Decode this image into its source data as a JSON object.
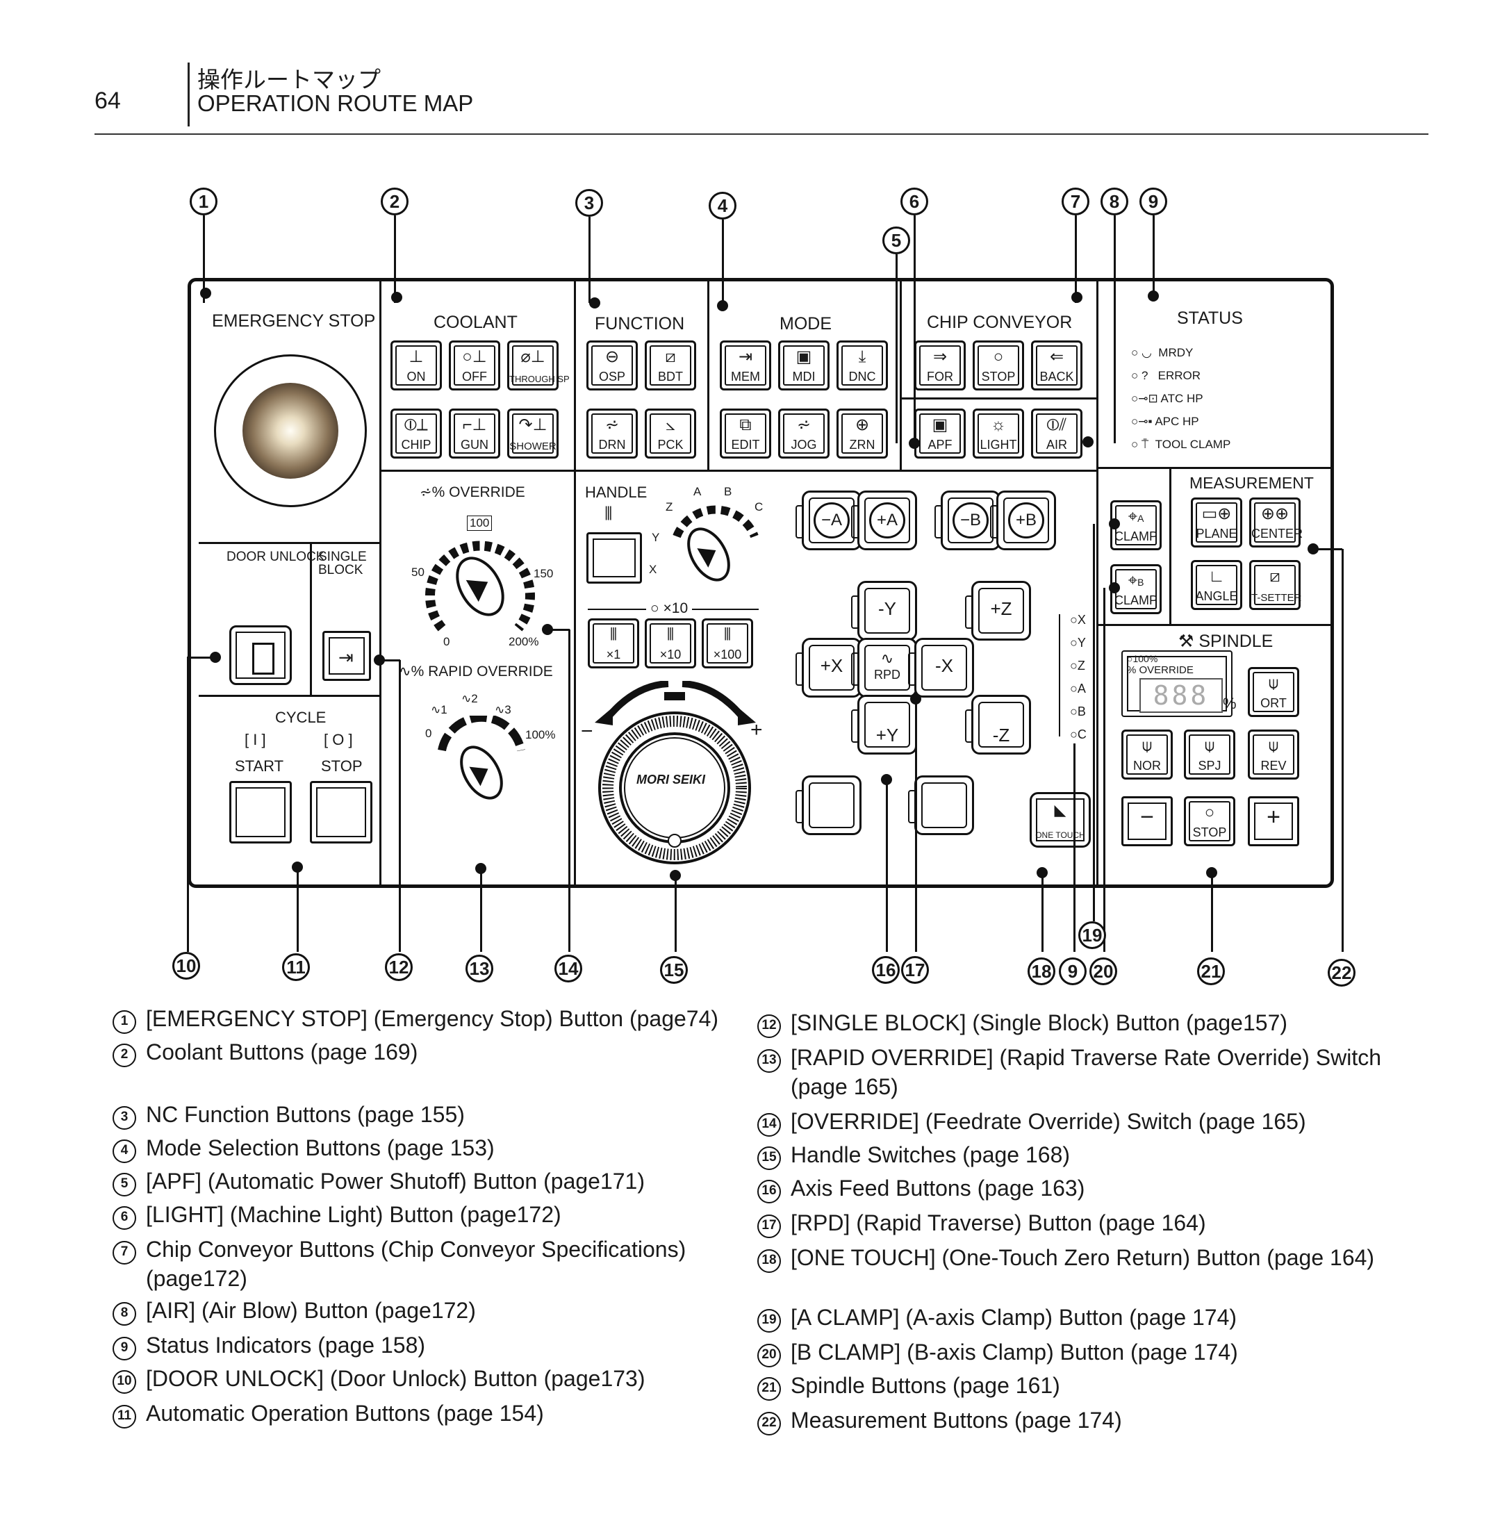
{
  "header": {
    "page_number": "64",
    "title_jp": "操作ルートマップ",
    "title_en": "OPERATION ROUTE MAP"
  },
  "panel": {
    "emergency": {
      "title": "EMERGENCY STOP"
    },
    "coolant": {
      "title": "COOLANT",
      "buttons": [
        "ON",
        "OFF",
        "THROUGH SP",
        "CHIP",
        "GUN",
        "SHOWER"
      ]
    },
    "function": {
      "title": "FUNCTION",
      "buttons": [
        "OSP",
        "BDT",
        "DRN",
        "PCK"
      ]
    },
    "mode": {
      "title": "MODE",
      "buttons": [
        "MEM",
        "MDI",
        "DNC",
        "EDIT",
        "JOG",
        "ZRN"
      ]
    },
    "chip_conveyor": {
      "title": "CHIP CONVEYOR",
      "buttons": [
        "FOR",
        "STOP",
        "BACK"
      ],
      "extra": [
        "APF",
        "LIGHT",
        "AIR"
      ]
    },
    "status": {
      "title": "STATUS",
      "items": [
        "MRDY",
        "ERROR",
        "ATC HP",
        "APC HP",
        "TOOL CLAMP"
      ]
    },
    "override": {
      "title": "% OVERRIDE",
      "ticks": [
        "100",
        "50",
        "150",
        "0",
        "200%"
      ]
    },
    "rapid": {
      "title": "% RAPID OVERRIDE",
      "ticks": [
        "1",
        "2",
        "3",
        "0",
        "100%"
      ]
    },
    "handle": {
      "title": "HANDLE",
      "axes": [
        "Z",
        "A",
        "B",
        "C",
        "Y",
        "X"
      ],
      "mult_title": "×10",
      "mult": [
        "×1",
        "×10",
        "×100"
      ],
      "minus": "−",
      "plus": "+",
      "wheel_brand": "MORI SEIKI"
    },
    "axis": {
      "rot": [
        "−A",
        "+A",
        "−B",
        "+B"
      ],
      "lin": [
        "-Y",
        "+Z",
        "+X",
        "RPD",
        "-X",
        "+Y",
        "-Z"
      ],
      "one_touch": "ONE TOUCH",
      "axes_leds": [
        "X",
        "Y",
        "Z",
        "A",
        "B",
        "C"
      ]
    },
    "door": {
      "title": "DOOR UNLOCK"
    },
    "single": {
      "title": "SINGLE BLOCK"
    },
    "cycle": {
      "title": "CYCLE",
      "start": "START",
      "stop": "STOP"
    },
    "clamp": {
      "a": "CLAMP",
      "a_letter": "A",
      "b": "CLAMP",
      "b_letter": "B"
    },
    "measurement": {
      "title": "MEASUREMENT",
      "buttons": [
        "PLANE",
        "CENTER",
        "ANGLE",
        "T-SETTER"
      ]
    },
    "spindle": {
      "title": "SPINDLE",
      "override_label": "100%",
      "override_label2": "% OVERRIDE",
      "display": "888",
      "pct": "%",
      "buttons": [
        "ORT",
        "NOR",
        "SPJ",
        "REV",
        "STOP"
      ]
    }
  },
  "callouts_top": [
    "1",
    "2",
    "3",
    "4",
    "6",
    "5",
    "7",
    "8",
    "9"
  ],
  "callouts_bottom": [
    "10",
    "11",
    "12",
    "13",
    "14",
    "15",
    "16",
    "17",
    "18",
    "9",
    "20",
    "19",
    "21",
    "22"
  ],
  "legend_left": [
    {
      "n": "1",
      "text": "[EMERGENCY STOP] (Emergency Stop) Button (page74)"
    },
    {
      "n": "2",
      "text": "Coolant Buttons (page 169)"
    },
    {
      "n": "3",
      "text": "NC Function Buttons (page 155)"
    },
    {
      "n": "4",
      "text": "Mode Selection Buttons (page 153)"
    },
    {
      "n": "5",
      "text": "[APF] (Automatic Power Shutoff) Button (page171)"
    },
    {
      "n": "6",
      "text": "[LIGHT] (Machine Light) Button (page172)"
    },
    {
      "n": "7",
      "text": "Chip Conveyor Buttons (Chip Conveyor Specifications)",
      "cont": "(page172)"
    },
    {
      "n": "8",
      "text": "[AIR] (Air Blow) Button (page172)"
    },
    {
      "n": "9",
      "text": "Status Indicators (page 158)"
    },
    {
      "n": "10",
      "text": "[DOOR UNLOCK] (Door Unlock) Button (page173)"
    },
    {
      "n": "11",
      "text": "Automatic Operation Buttons (page 154)"
    }
  ],
  "legend_right": [
    {
      "n": "12",
      "text": "[SINGLE BLOCK] (Single Block) Button (page157)"
    },
    {
      "n": "13",
      "text": "[RAPID OVERRIDE] (Rapid Traverse Rate Override) Switch",
      "cont": "(page 165)"
    },
    {
      "n": "14",
      "text": "[OVERRIDE] (Feedrate Override) Switch (page 165)"
    },
    {
      "n": "15",
      "text": "Handle Switches (page 168)"
    },
    {
      "n": "16",
      "text": "Axis Feed Buttons (page 163)"
    },
    {
      "n": "17",
      "text": "[RPD] (Rapid Traverse) Button (page 164)"
    },
    {
      "n": "18",
      "text": "[ONE TOUCH] (One-Touch Zero Return) Button (page 164)"
    },
    {
      "n": "19",
      "text": "[A CLAMP] (A-axis Clamp) Button (page 174)"
    },
    {
      "n": "20",
      "text": "[B CLAMP] (B-axis Clamp) Button (page 174)"
    },
    {
      "n": "21",
      "text": "Spindle Buttons (page 161)"
    },
    {
      "n": "22",
      "text": "Measurement Buttons (page 174)"
    }
  ]
}
